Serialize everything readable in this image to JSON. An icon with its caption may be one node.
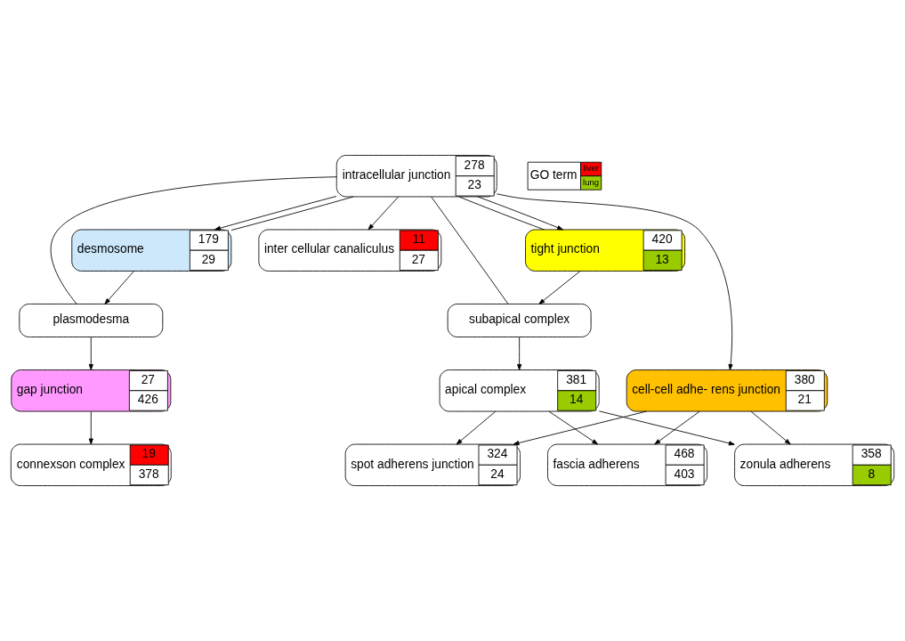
{
  "diagram": {
    "nodes": [
      {
        "text": [
          "intracellular junction",
          "278",
          "23"
        ]
      },
      {
        "text": [
          "desmosome",
          "179",
          "29"
        ]
      },
      {
        "text": [
          "inter cellular canaliculus",
          "11",
          "27"
        ]
      },
      {
        "text": [
          "tight junction",
          "420",
          "13"
        ]
      },
      {
        "text": [
          "plasmodesma"
        ]
      },
      {
        "text": [
          "subapical complex"
        ]
      },
      {
        "text": [
          "gap junction",
          "27",
          "426"
        ]
      },
      {
        "text": [
          "cell-cell adhe- rens junction",
          "380",
          "21"
        ]
      },
      {
        "text": [
          "apical complex",
          "381",
          "14"
        ]
      },
      {
        "text": [
          "connexson complex",
          "19",
          "378"
        ]
      },
      {
        "text": [
          "spot adherens junction",
          "324",
          "24"
        ]
      },
      {
        "text": [
          "fascia adherens",
          "468",
          "403"
        ]
      },
      {
        "text": [
          "zonula adherens",
          "358",
          "8"
        ]
      }
    ],
    "edges": [
      {
        "from": 0,
        "to": 1,
        "arrow": "to"
      },
      {
        "from": 0,
        "to": 1,
        "arrow": "none"
      },
      {
        "from": 0,
        "to": 4,
        "arrow": "none"
      },
      {
        "from": 0,
        "to": 2,
        "arrow": "to"
      },
      {
        "from": 0,
        "to": 7,
        "arrow": "to"
      },
      {
        "from": 0,
        "to": 5,
        "arrow": "none"
      },
      {
        "from": 0,
        "to": 3,
        "arrow": "none"
      },
      {
        "from": 0,
        "to": 3,
        "arrow": "to"
      },
      {
        "from": 1,
        "to": 4,
        "arrow": "to"
      },
      {
        "from": 3,
        "to": 5,
        "arrow": "to"
      },
      {
        "from": 4,
        "to": 6,
        "arrow": "to"
      },
      {
        "from": 5,
        "to": 8,
        "arrow": "to"
      },
      {
        "from": 6,
        "to": 9,
        "arrow": "to"
      },
      {
        "from": 7,
        "to": 10,
        "arrow": "to"
      },
      {
        "from": 7,
        "to": 11,
        "arrow": "to"
      },
      {
        "from": 7,
        "to": 12,
        "arrow": "to"
      },
      {
        "from": 8,
        "to": 10,
        "arrow": "to"
      },
      {
        "from": 8,
        "to": 11,
        "arrow": "to"
      },
      {
        "from": 8,
        "to": 12,
        "arrow": "to"
      }
    ],
    "labels": [
      "GO term"
    ],
    "legend": [
      {
        "text": "liver",
        "color": "#ff0000"
      },
      {
        "text": "lung",
        "color": "#99cc00"
      }
    ]
  }
}
